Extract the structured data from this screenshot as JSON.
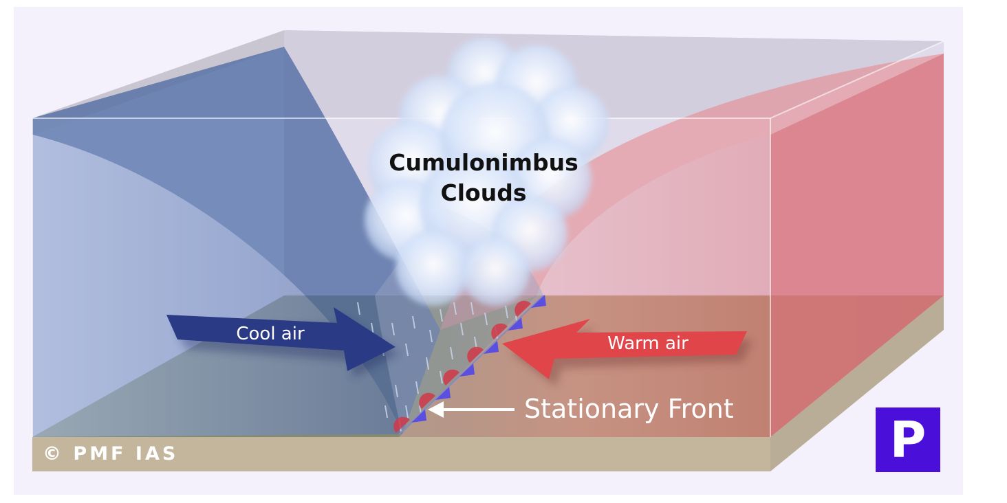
{
  "labels": {
    "cloud_line1": "Cumulonimbus",
    "cloud_line2": "Clouds",
    "cool_air": "Cool air",
    "warm_air": "Warm air",
    "front": "Stationary Front"
  },
  "credit": "© PMF IAS",
  "logo_letter": "P",
  "colors": {
    "cool_air_arrow": "#2b3a85",
    "warm_air_arrow": "#e0454a",
    "cool_ground": "#7f8b6e",
    "warm_ground": "#a88a6a",
    "base": "#c4b69d",
    "front_triangles": "#5a4fe0",
    "front_semicircles": "#d2384a",
    "logo": "#4a0fd8"
  }
}
